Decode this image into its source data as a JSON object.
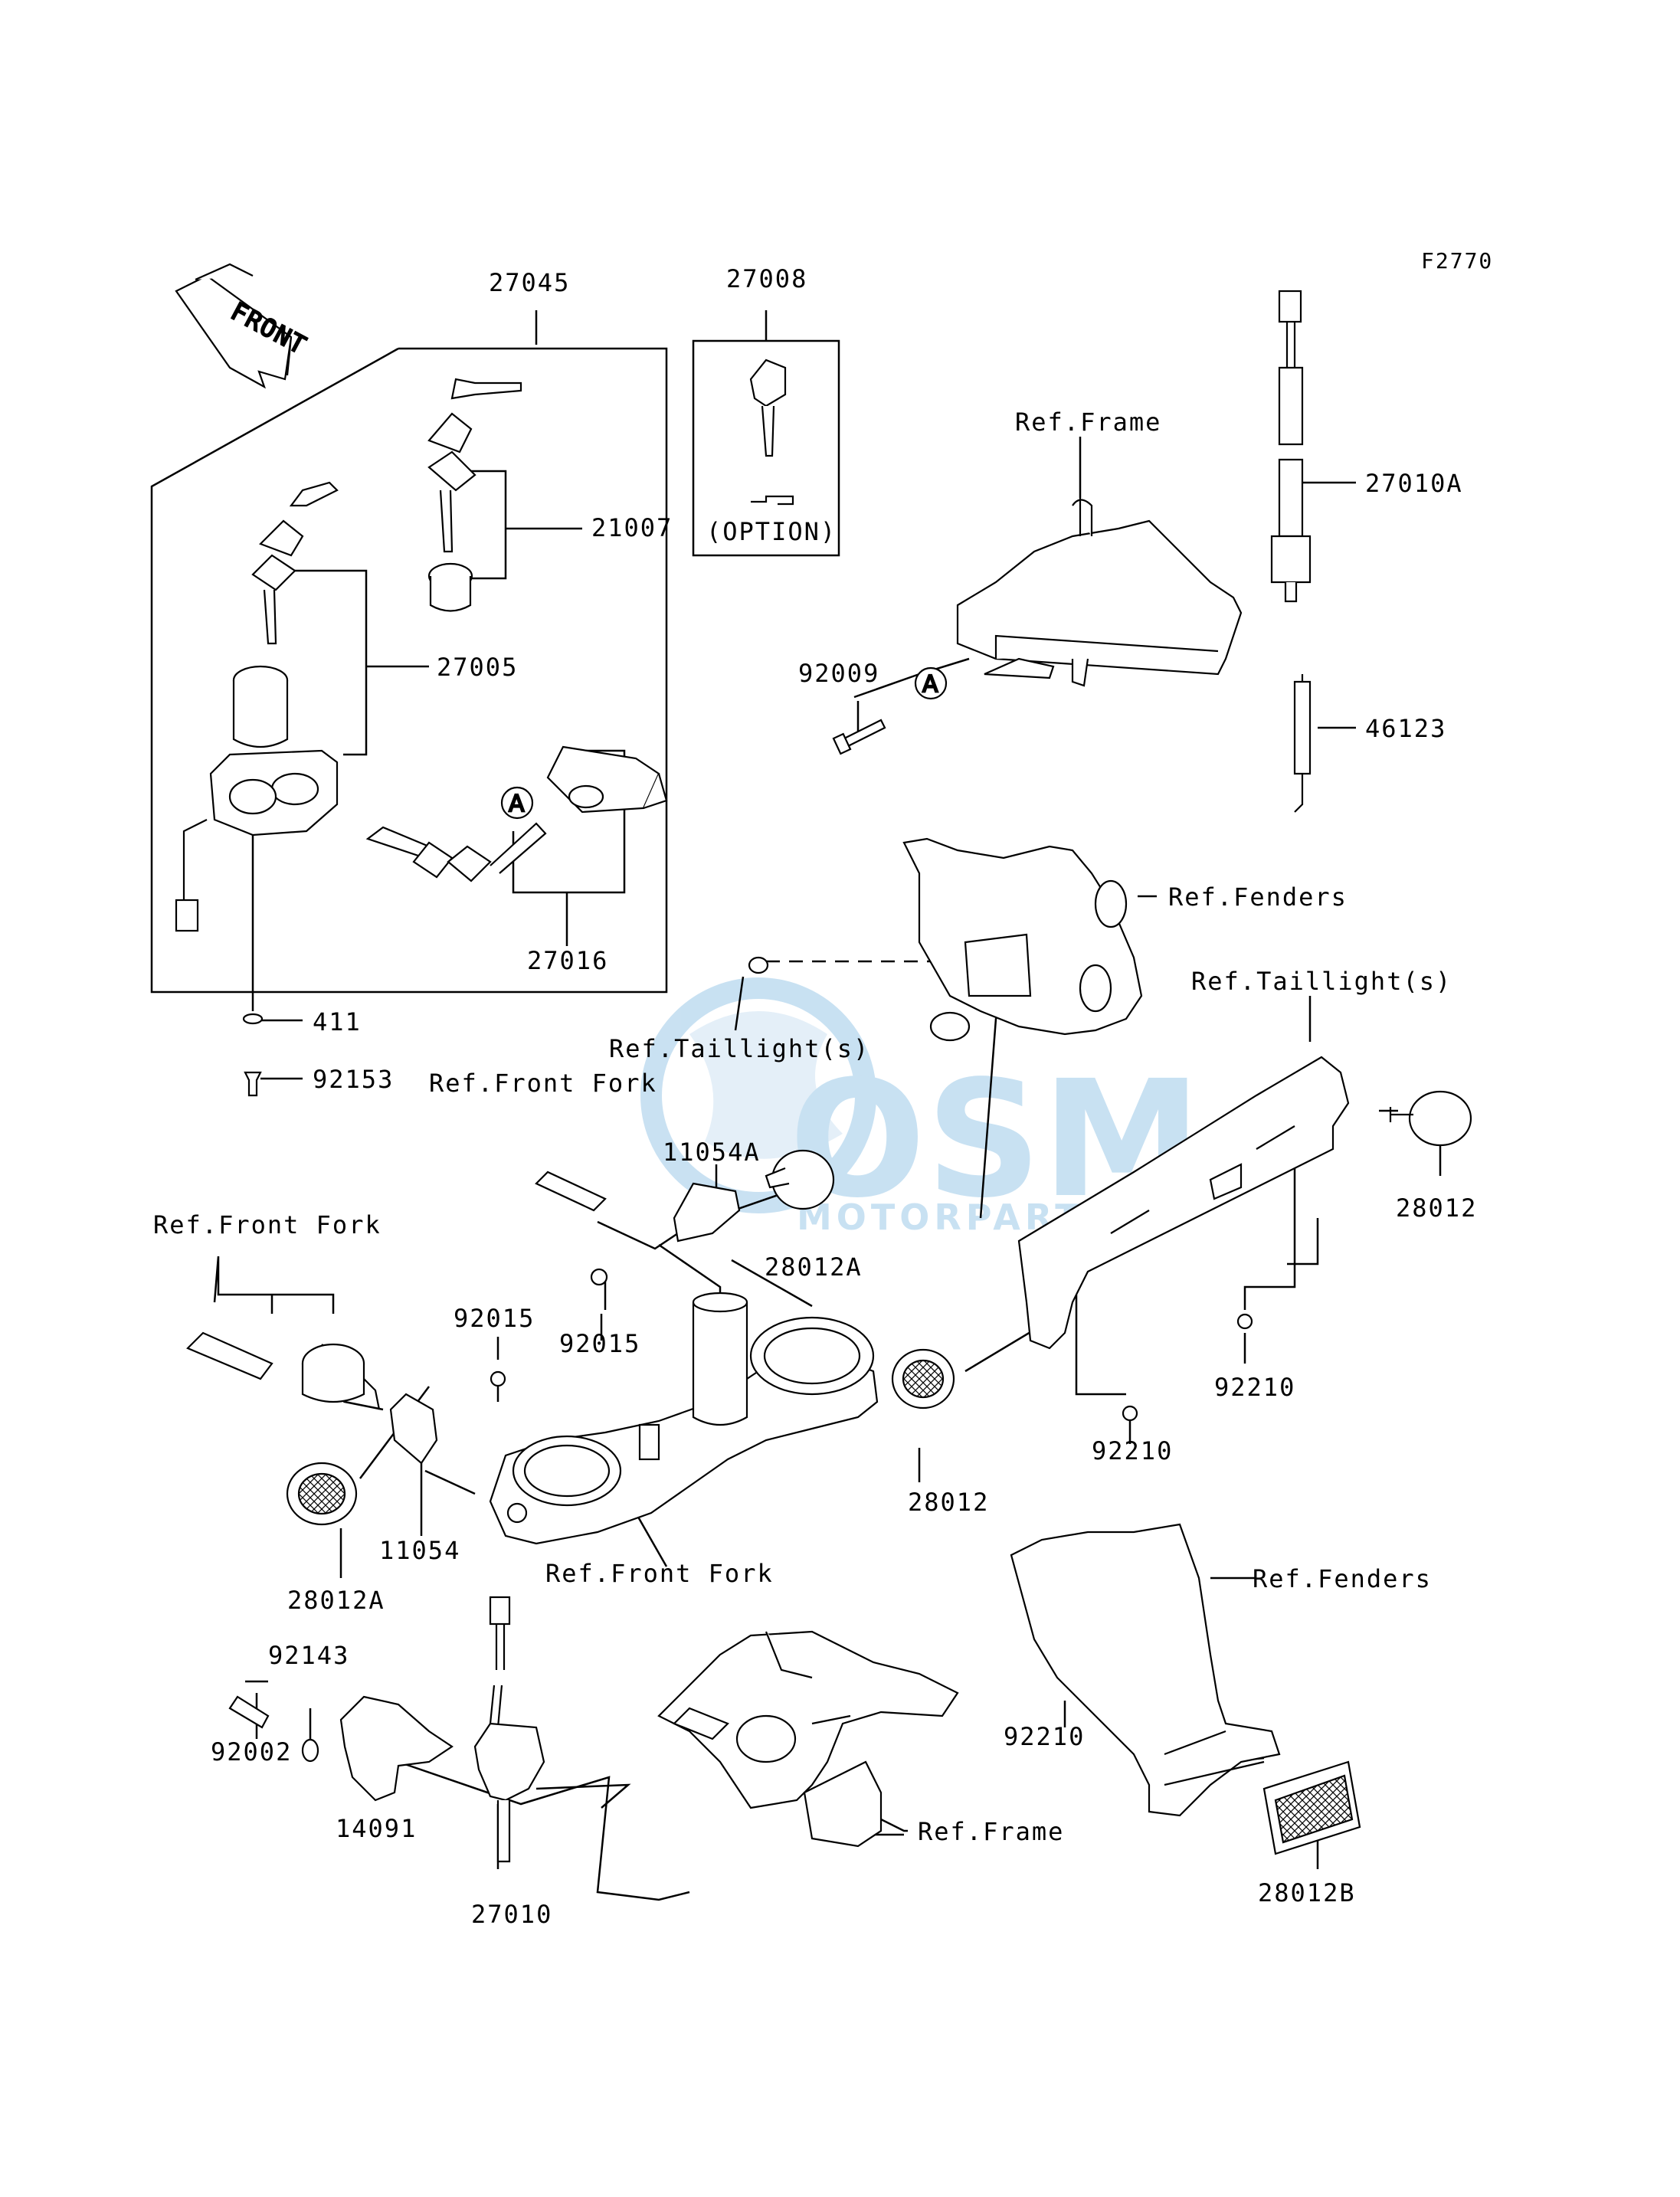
{
  "diagram_code": "F2770",
  "front_arrow": "FRONT",
  "watermark": {
    "brand": "OSM",
    "sub": "MOTORPARTS",
    "color": "#9cc9e8"
  },
  "option_label": "(OPTION)",
  "circle_marker": "A",
  "parts": {
    "p27045": "27045",
    "p27008": "27008",
    "p21007": "21007",
    "p27005": "27005",
    "p27016": "27016",
    "p411": "411",
    "p92153": "92153",
    "p27010A": "27010A",
    "p46123": "46123",
    "p92009": "92009",
    "p11054A": "11054A",
    "p28012A_top": "28012A",
    "p92015_a": "92015",
    "p92015_b": "92015",
    "p11054": "11054",
    "p28012A_bottom": "28012A",
    "p28012_right": "28012",
    "p28012_mid": "28012",
    "p92210_a": "92210",
    "p92210_b": "92210",
    "p92210_c": "92210",
    "p92143": "92143",
    "p92002": "92002",
    "p14091": "14091",
    "p27010": "27010",
    "p28012B": "28012B"
  },
  "references": {
    "frame_top": "Ref.Frame",
    "fenders_top": "Ref.Fenders",
    "taillight_right": "Ref.Taillight(s)",
    "taillight_left": "Ref.Taillight(s)",
    "front_fork_top": "Ref.Front Fork",
    "front_fork_left": "Ref.Front Fork",
    "front_fork_bottom": "Ref.Front Fork",
    "fenders_bottom": "Ref.Fenders",
    "frame_bottom": "Ref.Frame"
  }
}
